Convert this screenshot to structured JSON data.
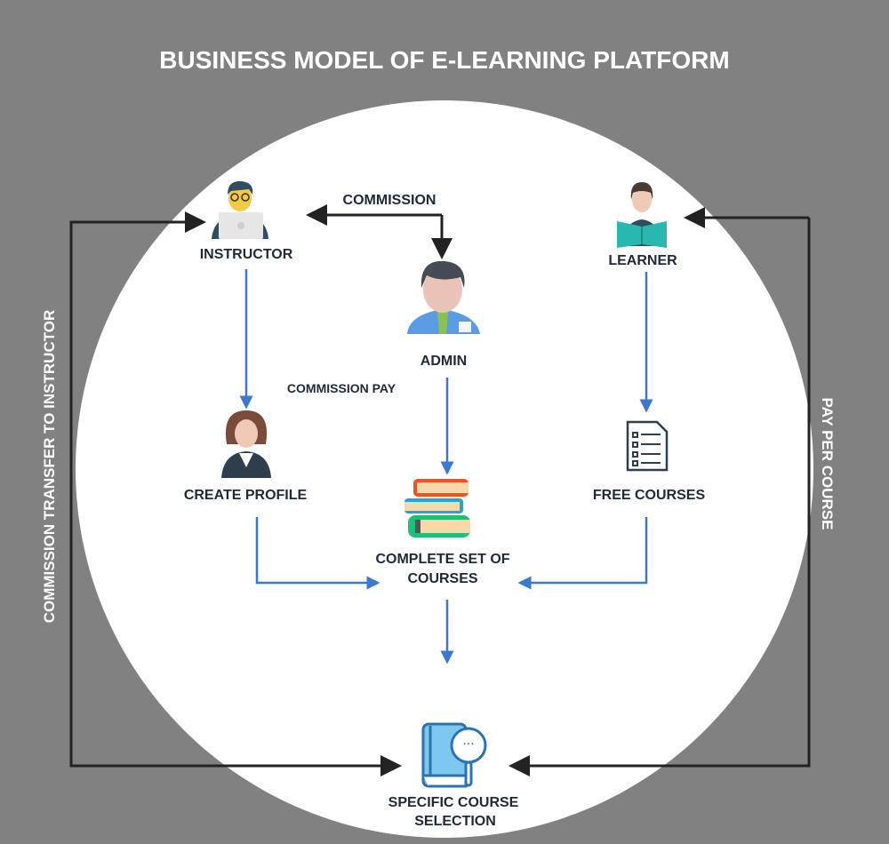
{
  "title": "BUSINESS MODEL OF E-LEARNING PLATFORM",
  "nodes": {
    "instructor": "INSTRUCTOR",
    "admin": "ADMIN",
    "learner": "LEARNER",
    "create_profile": "CREATE PROFILE",
    "complete_set_line1": "COMPLETE SET OF",
    "complete_set_line2": "COURSES",
    "free_courses": "FREE COURSES",
    "specific_line1": "SPECIFIC COURSE",
    "specific_line2": "SELECTION"
  },
  "edges": {
    "commission": "COMMISSION",
    "commission_pay": "COMMISSION PAY",
    "commission_transfer": "COMMISSION TRANSFER TO INSTRUCTOR",
    "pay_per_course": "PAY PER COURSE"
  },
  "colors": {
    "background": "#818181",
    "flow_blue": "#3a78d4",
    "flow_black": "#222222"
  }
}
